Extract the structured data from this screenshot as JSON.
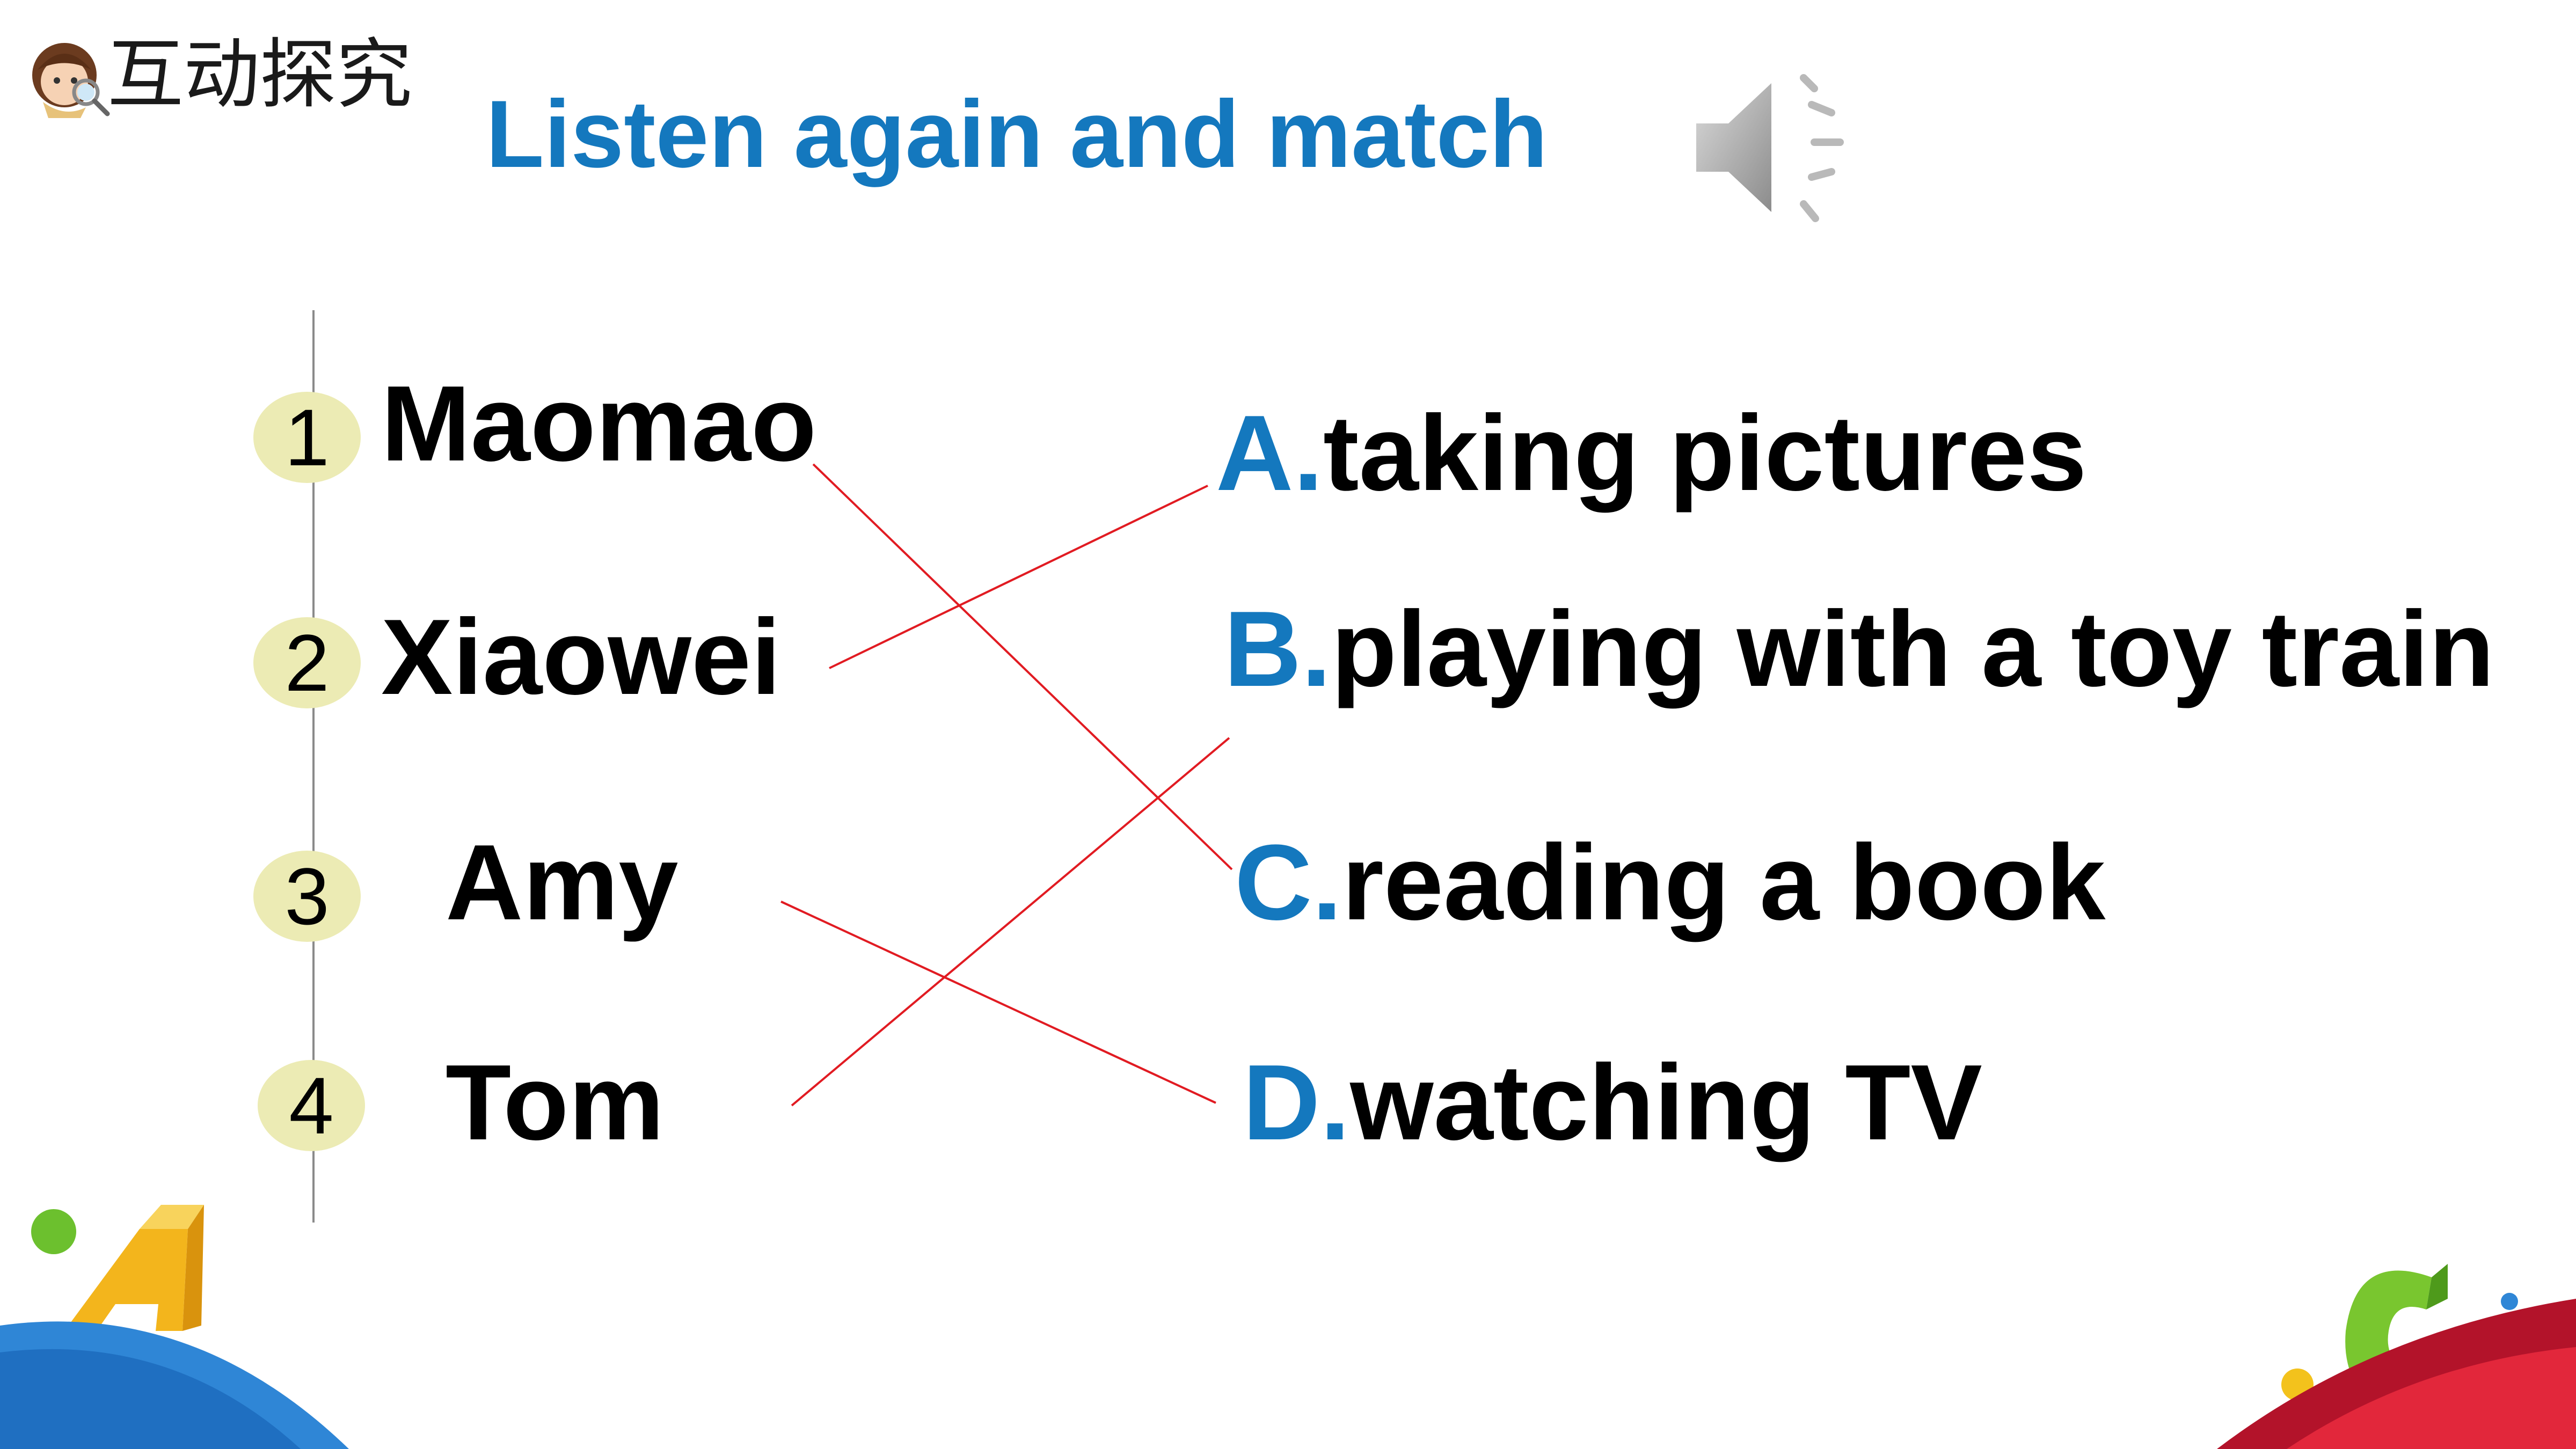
{
  "header": {
    "section_label": "互动探究",
    "title": "Listen again and match"
  },
  "icons": {
    "avatar": "detective-girl-icon",
    "speaker": "speaker-sound-icon"
  },
  "people": [
    {
      "number": "1",
      "name": "Maomao"
    },
    {
      "number": "2",
      "name": "Xiaowei"
    },
    {
      "number": "3",
      "name": "Amy"
    },
    {
      "number": "4",
      "name": "Tom"
    }
  ],
  "options": [
    {
      "letter": "A.",
      "text": "taking pictures"
    },
    {
      "letter": "B.",
      "text": "playing with a toy train"
    },
    {
      "letter": "C.",
      "text": "reading a book"
    },
    {
      "letter": "D.",
      "text": "watching TV"
    }
  ],
  "matches": [
    {
      "person": "1",
      "option": "C"
    },
    {
      "person": "2",
      "option": "A"
    },
    {
      "person": "3",
      "option": "D"
    },
    {
      "person": "4",
      "option": "B"
    }
  ],
  "colors": {
    "accent": "#1478be",
    "line": "#e11b22",
    "badge": "#ecebb4"
  }
}
